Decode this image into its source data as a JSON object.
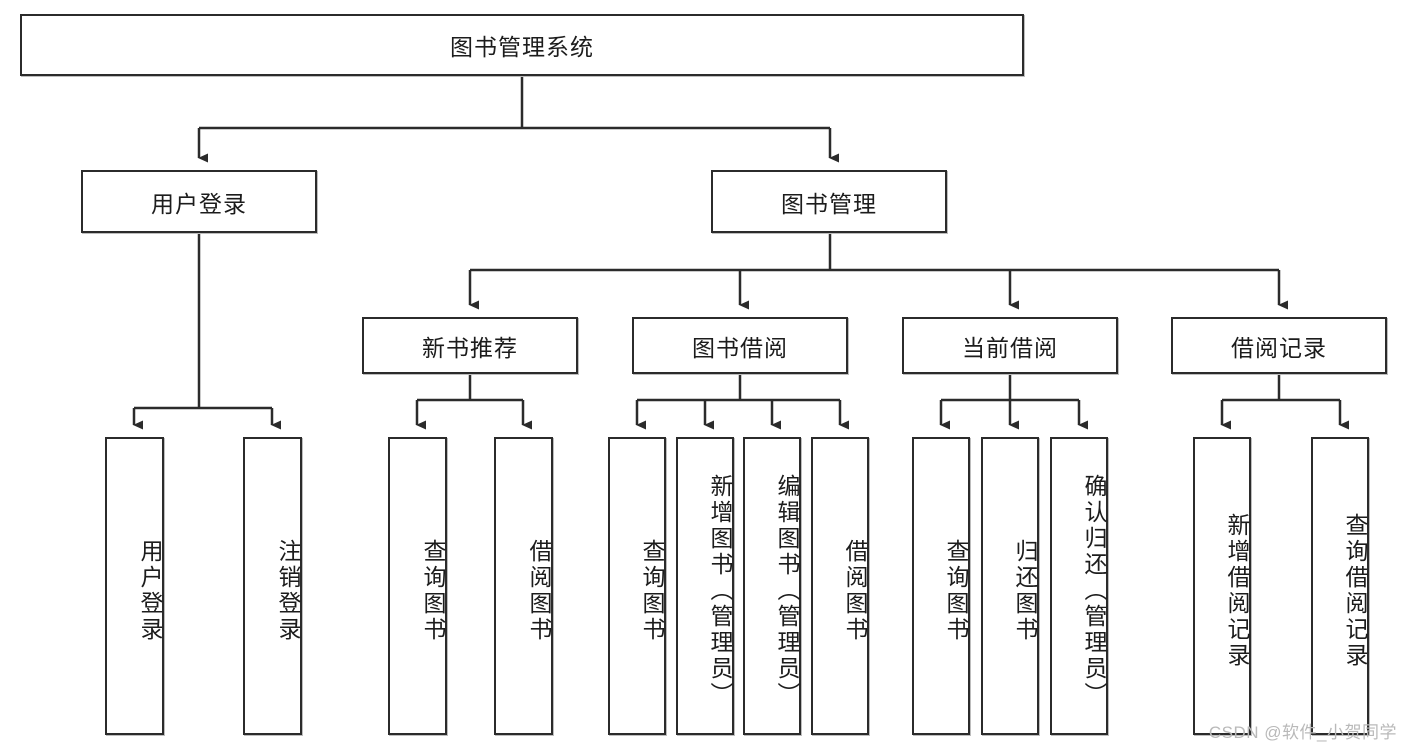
{
  "diagram": {
    "title": "图书管理系统",
    "type": "tree",
    "colors": {
      "box_border": "#2b2b2b",
      "box_fill": "#ffffff",
      "edge": "#2b2b2b",
      "text": "#1c1c1c",
      "watermark": "#b9b9b9"
    },
    "root": {
      "label": "图书管理系统"
    },
    "level2": [
      {
        "label": "用户登录"
      },
      {
        "label": "图书管理"
      }
    ],
    "level3": [
      {
        "label": "新书推荐"
      },
      {
        "label": "图书借阅"
      },
      {
        "label": "当前借阅"
      },
      {
        "label": "借阅记录"
      }
    ],
    "leaves": {
      "user_login": [
        {
          "label": "用户登录"
        },
        {
          "label": "注销登录"
        }
      ],
      "new_book_recommend": [
        {
          "label": "查询图书"
        },
        {
          "label": "借阅图书"
        }
      ],
      "book_borrow": [
        {
          "label": "查询图书"
        },
        {
          "label": "新增图书（管理员）"
        },
        {
          "label": "编辑图书（管理员）"
        },
        {
          "label": "借阅图书"
        }
      ],
      "current_borrow": [
        {
          "label": "查询图书"
        },
        {
          "label": "归还图书"
        },
        {
          "label": "确认归还（管理员）"
        }
      ],
      "borrow_record": [
        {
          "label": "新增借阅记录"
        },
        {
          "label": "查询借阅记录"
        }
      ]
    }
  },
  "watermark": {
    "text": "CSDN @软件_小贺同学"
  }
}
